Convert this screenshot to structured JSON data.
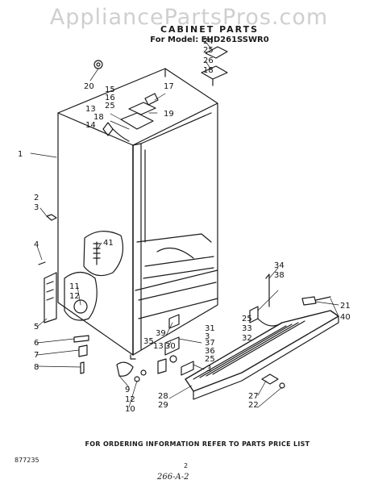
{
  "watermark": "AppliancePartsPros.com",
  "header": {
    "title": "CABINET PARTS",
    "model": "For Model: EHD261SSWR0"
  },
  "callouts": [
    "24",
    "25",
    "26",
    "18",
    "17",
    "15",
    "16",
    "25",
    "19",
    "13",
    "18",
    "14",
    "20",
    "1",
    "2",
    "3",
    "4",
    "41",
    "11",
    "12",
    "5",
    "6",
    "7",
    "8",
    "9",
    "12",
    "10",
    "34",
    "38",
    "25",
    "33",
    "32",
    "21",
    "40",
    "39",
    "31",
    "3",
    "13",
    "30",
    "37",
    "35",
    "36",
    "25",
    "3",
    "28",
    "29",
    "27",
    "22"
  ],
  "footer": {
    "note": "FOR ORDERING INFORMATION REFER TO PARTS PRICE LIST",
    "left_code": "877235",
    "page": "2",
    "handwritten": "266-A-2"
  },
  "colors": {
    "ink": "#1a1a1a",
    "watermark": "#cfcfcf",
    "paper": "#ffffff"
  }
}
